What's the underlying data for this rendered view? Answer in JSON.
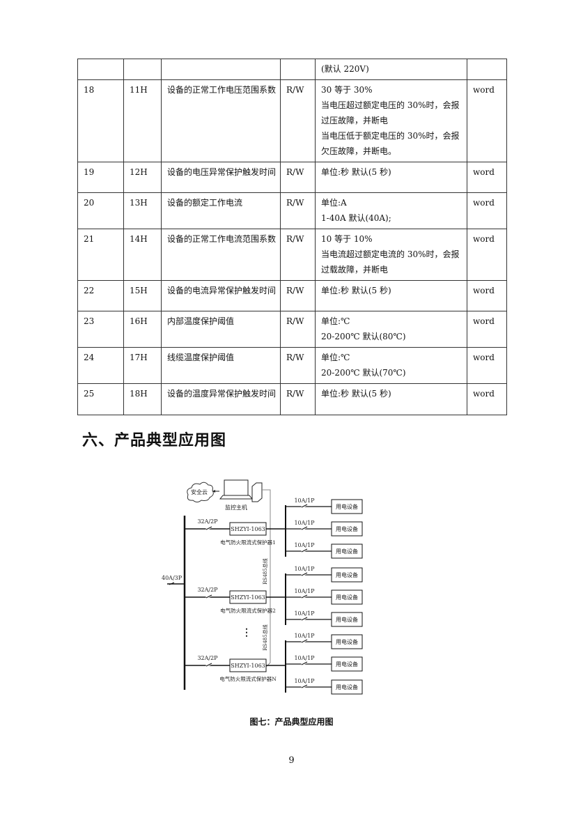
{
  "table": {
    "rows": [
      {
        "no": "",
        "addr": "",
        "name": "",
        "rw": "",
        "desc": "(默认 220V)",
        "type": ""
      },
      {
        "no": "18",
        "addr": "11H",
        "name": "设备的正常工作电压范围系数",
        "rw": "R/W",
        "desc": "30 等于 30%\n当电压超过额定电压的 30%时，会报过压故障，并断电\n当电压低于额定电压的 30%时，会报欠压故障，并断电。",
        "type": "word"
      },
      {
        "no": "19",
        "addr": "12H",
        "name": "设备的电压异常保护触发时间",
        "rw": "R/W",
        "desc": "单位:秒 默认(5 秒)",
        "type": "word"
      },
      {
        "no": "20",
        "addr": "13H",
        "name": "设备的额定工作电流",
        "rw": "R/W",
        "desc": "单位:A\n1-40A 默认(40A);",
        "type": "word"
      },
      {
        "no": "21",
        "addr": "14H",
        "name": "设备的正常工作电流范围系数",
        "rw": "R/W",
        "desc": "10 等于 10%\n当电流超过额定电流的 30%时，会报过载故障，并断电",
        "type": "word"
      },
      {
        "no": "22",
        "addr": "15H",
        "name": "设备的电流异常保护触发时间",
        "rw": "R/W",
        "desc": "单位:秒 默认(5 秒)",
        "type": "word"
      },
      {
        "no": "23",
        "addr": "16H",
        "name": "内部温度保护阈值",
        "rw": "R/W",
        "desc": "单位:℃\n20-200℃ 默认(80℃)",
        "type": "word"
      },
      {
        "no": "24",
        "addr": "17H",
        "name": "线缆温度保护阈值",
        "rw": "R/W",
        "desc": "单位:℃\n20-200℃ 默认(70℃)",
        "type": "word"
      },
      {
        "no": "25",
        "addr": "18H",
        "name": "设备的温度异常保护触发时间",
        "rw": "R/W",
        "desc": "单位:秒 默认(5 秒)",
        "type": "word"
      }
    ]
  },
  "section_heading": "六、产品典型应用图",
  "diagram": {
    "cloud": "安全云",
    "host": "监控主机",
    "main_breaker": "40A/3P",
    "branch_breaker": "32A/2P",
    "device_model": "SHZYI-1063",
    "protectors": [
      "电气防火限流式保护器1",
      "电气防火限流式保护器2",
      "电气防火限流式保护器N"
    ],
    "bus_label": "RS485总线",
    "load_breaker": "10A/1P",
    "load": "用电设备",
    "ellipsis": "⋮"
  },
  "caption": "图七：产品典型应用图",
  "page_number": "9"
}
